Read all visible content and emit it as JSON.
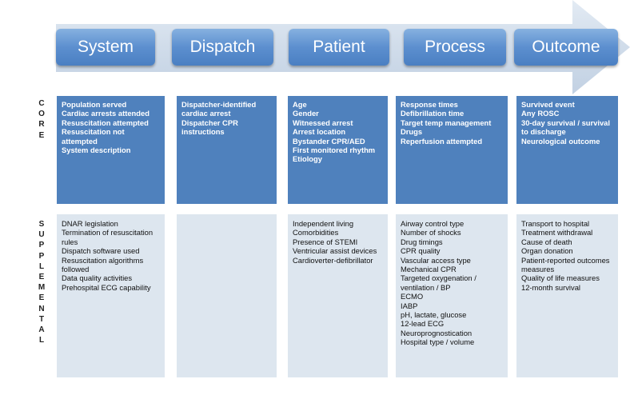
{
  "row_labels": {
    "core": "CORE",
    "supplemental": "SUPPLEMENTAL"
  },
  "columns": [
    {
      "header": "System",
      "core": [
        "Population served",
        "Cardiac arrests attended",
        "Resuscitation attempted",
        "Resuscitation not attempted",
        "System description"
      ],
      "supplemental": [
        "DNAR legislation",
        "Termination of resuscitation rules",
        "Dispatch software used",
        "Resuscitation algorithms followed",
        "Data quality activities",
        "Prehospital ECG capability"
      ]
    },
    {
      "header": "Dispatch",
      "core": [
        "Dispatcher-identified cardiac arrest",
        "Dispatcher CPR instructions"
      ],
      "supplemental": []
    },
    {
      "header": "Patient",
      "core": [
        "Age",
        "Gender",
        "Witnessed arrest",
        "Arrest location",
        "Bystander CPR/AED",
        "First monitored rhythm",
        "Etiology"
      ],
      "supplemental": [
        "Independent living",
        "Comorbidities",
        "Presence of STEMI",
        "Ventricular assist devices",
        "Cardioverter-defibrillator"
      ]
    },
    {
      "header": "Process",
      "core": [
        "Response times",
        "Defibrillation time",
        "Target temp management",
        "Drugs",
        "Reperfusion attempted"
      ],
      "supplemental": [
        "Airway control type",
        "Number of shocks",
        "Drug timings",
        "CPR quality",
        "Vascular access type",
        "Mechanical CPR",
        "Targeted oxygenation / ventilation / BP",
        "ECMO",
        "IABP",
        "pH, lactate, glucose",
        "12-lead ECG",
        "Neuroprognostication",
        "Hospital type / volume"
      ]
    },
    {
      "header": "Outcome",
      "core": [
        "Survived event",
        "Any ROSC",
        "30-day survival / survival to discharge",
        "Neurological outcome"
      ],
      "supplemental": [
        "Transport to hospital",
        "Treatment withdrawal",
        "Cause of death",
        "Organ donation",
        "Patient-reported outcomes measures",
        "Quality of life measures",
        "12-month survival"
      ]
    }
  ]
}
